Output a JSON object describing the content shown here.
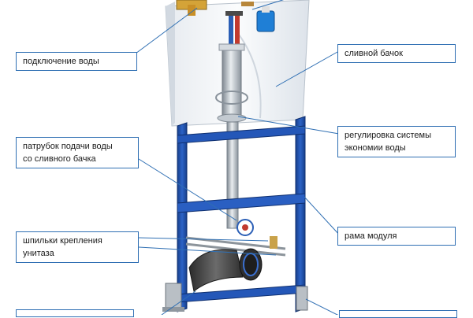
{
  "labels": {
    "water_connection": "подключение воды",
    "flush_tank": "сливной бачок",
    "supply_pipe_line1": "патрубок подачи воды",
    "supply_pipe_line2": "со сливного бачка",
    "economy_line1": "регулировка системы",
    "economy_line2": "экономии воды",
    "module_frame": "рама модуля",
    "studs_line1": "шпильки крепления",
    "studs_line2": "унитаза"
  },
  "colors": {
    "frame_blue": "#1f4fa8",
    "frame_highlight": "#3d73d6",
    "callout_blue": "#2f6fb3",
    "tank_white": "#f1f4f8",
    "pipe_grey": "#9aa3ad"
  }
}
